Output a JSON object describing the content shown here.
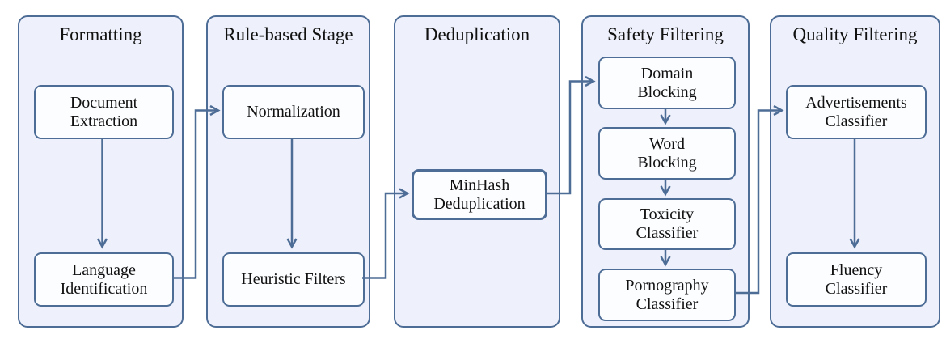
{
  "colors": {
    "line": "#4e6d96",
    "panel_border": "#4e6d96",
    "panel_fill": "#eef1fb",
    "box_fill": "#fcfdff",
    "text": "#111111"
  },
  "stages": [
    {
      "title": "Formatting",
      "boxes": [
        {
          "label": "Document\nExtraction"
        },
        {
          "label": "Language\nIdentification"
        }
      ]
    },
    {
      "title": "Rule-based Stage",
      "boxes": [
        {
          "label": "Normalization"
        },
        {
          "label": "Heuristic Filters"
        }
      ]
    },
    {
      "title": "Deduplication",
      "boxes": [
        {
          "label": "MinHash\nDeduplication"
        }
      ]
    },
    {
      "title": "Safety Filtering",
      "boxes": [
        {
          "label": "Domain\nBlocking"
        },
        {
          "label": "Word\nBlocking"
        },
        {
          "label": "Toxicity\nClassifier"
        },
        {
          "label": "Pornography\nClassifier"
        }
      ]
    },
    {
      "title": "Quality Filtering",
      "boxes": [
        {
          "label": "Advertisements\nClassifier"
        },
        {
          "label": "Fluency\nClassifier"
        }
      ]
    }
  ],
  "edges": [
    {
      "from": "Document Extraction",
      "to": "Language Identification"
    },
    {
      "from": "Language Identification",
      "to": "Normalization"
    },
    {
      "from": "Normalization",
      "to": "Heuristic Filters"
    },
    {
      "from": "Heuristic Filters",
      "to": "MinHash Deduplication"
    },
    {
      "from": "MinHash Deduplication",
      "to": "Domain Blocking"
    },
    {
      "from": "Domain Blocking",
      "to": "Word Blocking"
    },
    {
      "from": "Word Blocking",
      "to": "Toxicity Classifier"
    },
    {
      "from": "Toxicity Classifier",
      "to": "Pornography Classifier"
    },
    {
      "from": "Pornography Classifier",
      "to": "Advertisements Classifier"
    },
    {
      "from": "Advertisements Classifier",
      "to": "Fluency Classifier"
    }
  ]
}
